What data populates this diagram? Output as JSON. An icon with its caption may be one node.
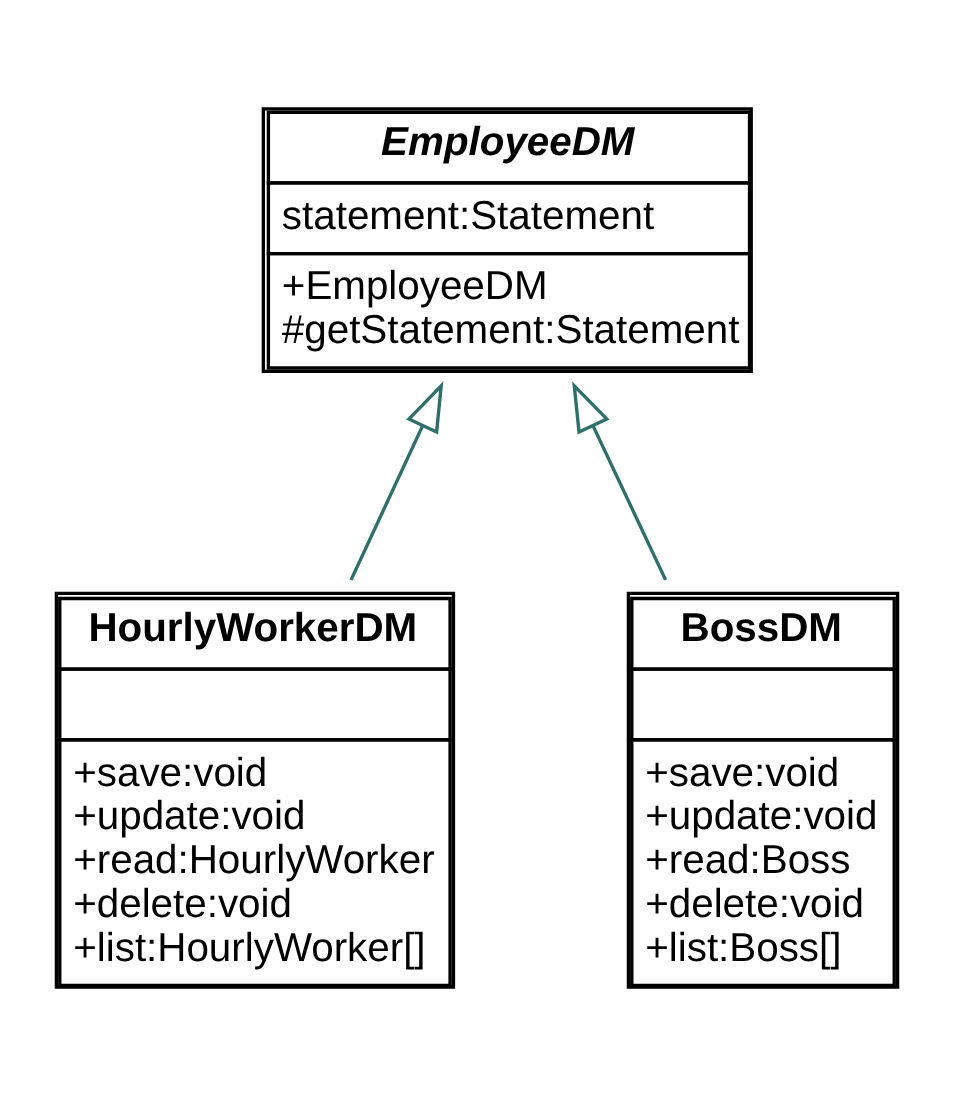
{
  "diagram": {
    "nodes": [
      {
        "text": [
          "EmployeeDM",
          "statement:Statement",
          "+EmployeeDM #getStatement:Statement"
        ]
      },
      {
        "text": [
          "HourlyWorkerDM",
          "+save:void +update:void +read:HourlyWorker +delete:void +list:HourlyWorker[]"
        ]
      },
      {
        "text": [
          "BossDM",
          "+save:void +update:void +read:Boss +delete:void +list:Boss[]"
        ]
      }
    ],
    "edges": [
      {
        "from": 1,
        "to": 0,
        "arrow": "to"
      },
      {
        "from": 2,
        "to": 0,
        "arrow": "to"
      }
    ]
  }
}
